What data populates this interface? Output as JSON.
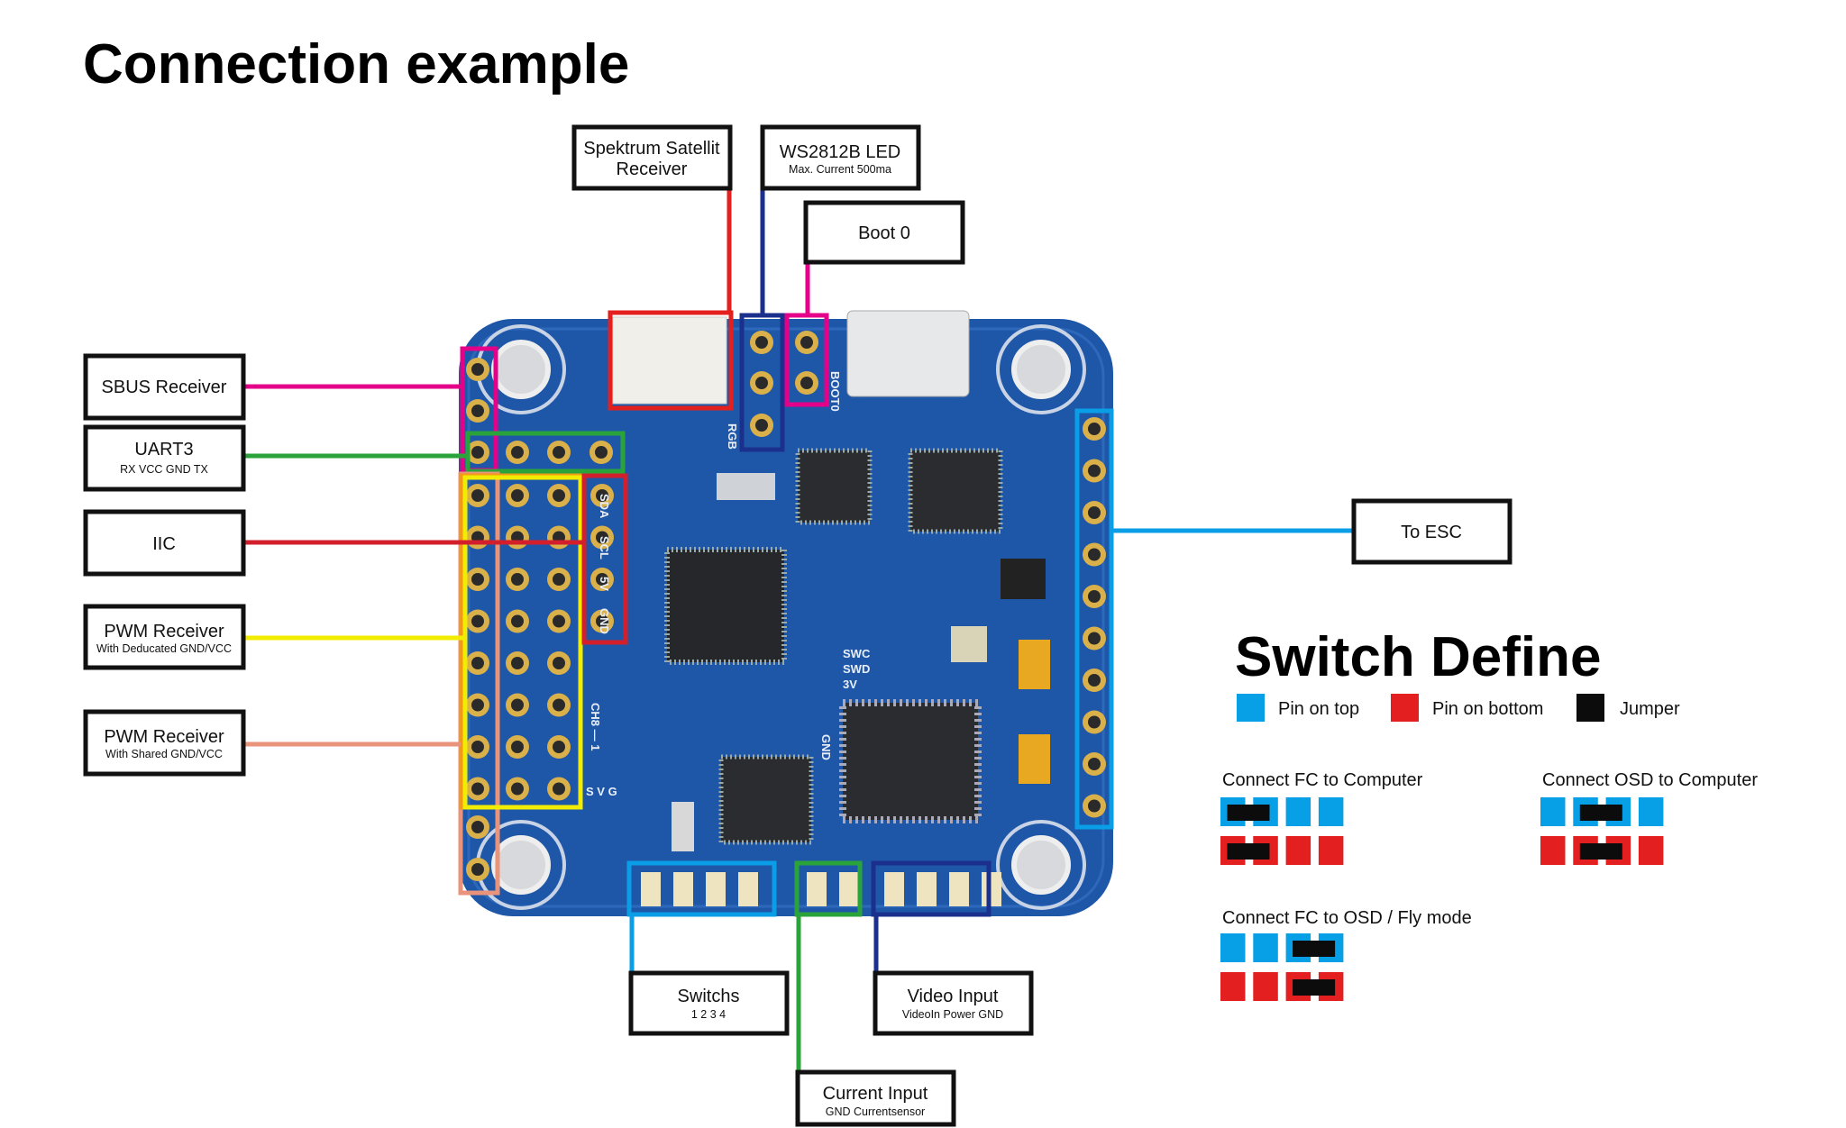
{
  "title": "Connection example",
  "labels": {
    "spektrum": {
      "title": "Spektrum Satellit",
      "title2": "Receiver"
    },
    "ws2812b": {
      "title": "WS2812B LED",
      "sub": "Max. Current 500ma"
    },
    "boot0": {
      "title": "Boot 0"
    },
    "sbus": {
      "title": "SBUS Receiver"
    },
    "uart3": {
      "title": "UART3",
      "sub": "RX VCC GND TX"
    },
    "iic": {
      "title": "IIC"
    },
    "pwm_dedicated": {
      "title": "PWM Receiver",
      "sub": "With Deducated GND/VCC"
    },
    "pwm_shared": {
      "title": "PWM Receiver",
      "sub": "With Shared GND/VCC"
    },
    "to_esc": {
      "title": "To ESC"
    },
    "switchs": {
      "title": "Switchs",
      "sub": "1 2 3 4"
    },
    "video": {
      "title": "Video Input",
      "sub": "VideoIn Power GND"
    },
    "current": {
      "title": "Current Input",
      "sub": "GND Currentsensor"
    }
  },
  "board_silkscreen": {
    "sda": "SDA",
    "scl": "SCL",
    "v5": "5V",
    "gnd": "GND",
    "swc": "SWC",
    "swd": "SWD",
    "v3": "3V",
    "gnd2": "GND",
    "boot0": "BOOT0",
    "rgb": "RGB",
    "ch": "CH8 — 1",
    "svg": "S V G"
  },
  "colors": {
    "sbus": "#e5008a",
    "uart3": "#2aa43a",
    "iic": "#d21f2b",
    "pwm_dedicated": "#f2ec00",
    "pwm_shared": "#e8937a",
    "spektrum": "#e3201e",
    "ws2812b": "#1b2f8c",
    "boot0": "#e5008a",
    "to_esc": "#0a9ee6",
    "switchs": "#0a9ee6",
    "current": "#2aa43a",
    "video": "#1b2f8c",
    "board": "#1f57a8",
    "pin_top": "#079fe6",
    "pin_bottom": "#e41f1f",
    "jumper": "#0c0c0c"
  },
  "switch_define": {
    "title": "Switch Define",
    "legend": [
      {
        "label": "Pin on top",
        "color": "#079fe6"
      },
      {
        "label": "Pin on bottom",
        "color": "#e41f1f"
      },
      {
        "label": "Jumper",
        "color": "#0c0c0c"
      }
    ],
    "configs": [
      {
        "title": "Connect FC to Computer",
        "jumper_pins": [
          1,
          2
        ]
      },
      {
        "title": "Connect OSD to Computer",
        "jumper_pins": [
          2,
          3
        ]
      },
      {
        "title": "Connect FC to OSD / Fly mode",
        "jumper_pins": [
          3,
          4
        ]
      }
    ]
  }
}
